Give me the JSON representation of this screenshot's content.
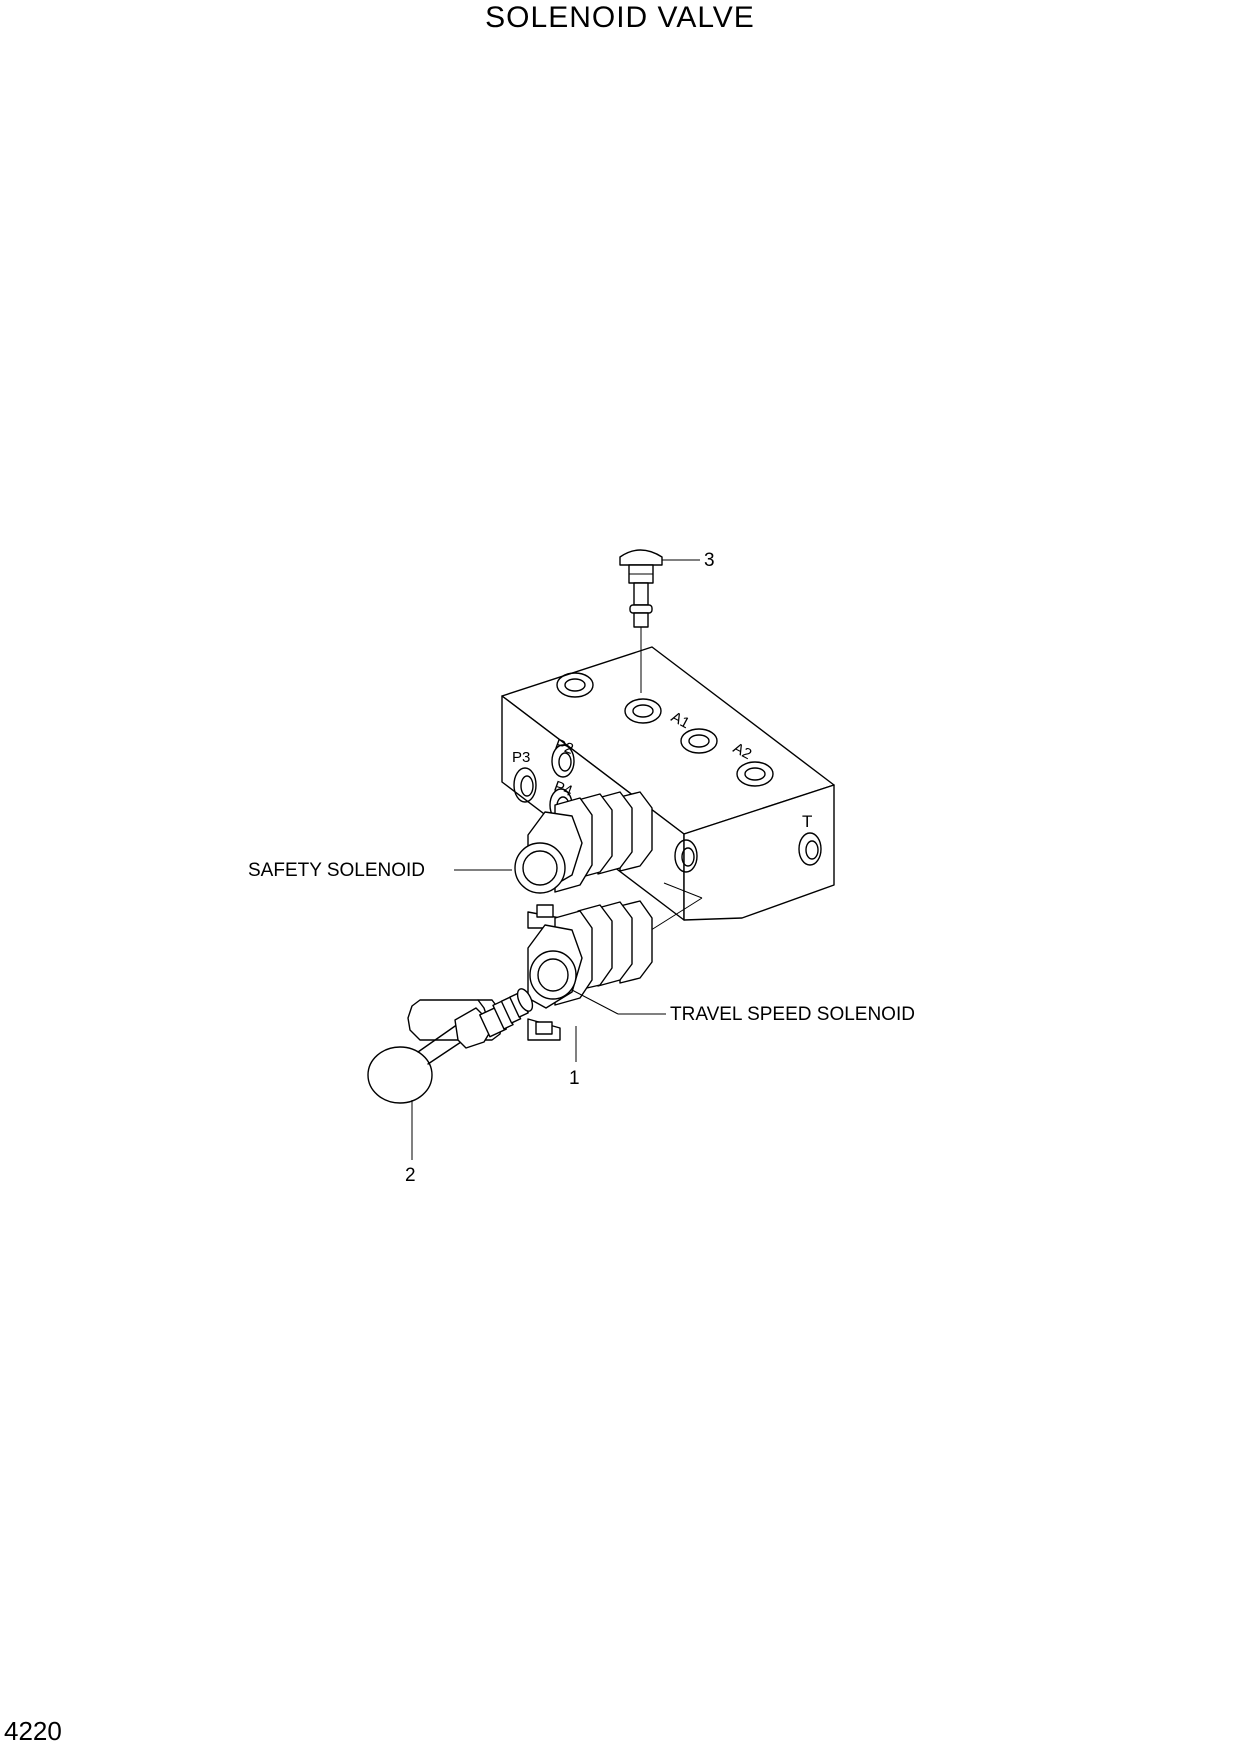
{
  "title": "SOLENOID VALVE",
  "page_number": "4220",
  "callouts": {
    "safety_solenoid": "SAFETY SOLENOID",
    "travel_speed_solenoid": "TRAVEL SPEED SOLENOID",
    "item_1": "1",
    "item_2": "2",
    "item_3": "3"
  },
  "port_labels": {
    "p2": "P2",
    "p3": "P3",
    "p4": "P4",
    "a1": "A1",
    "a2": "A2",
    "t": "T"
  }
}
